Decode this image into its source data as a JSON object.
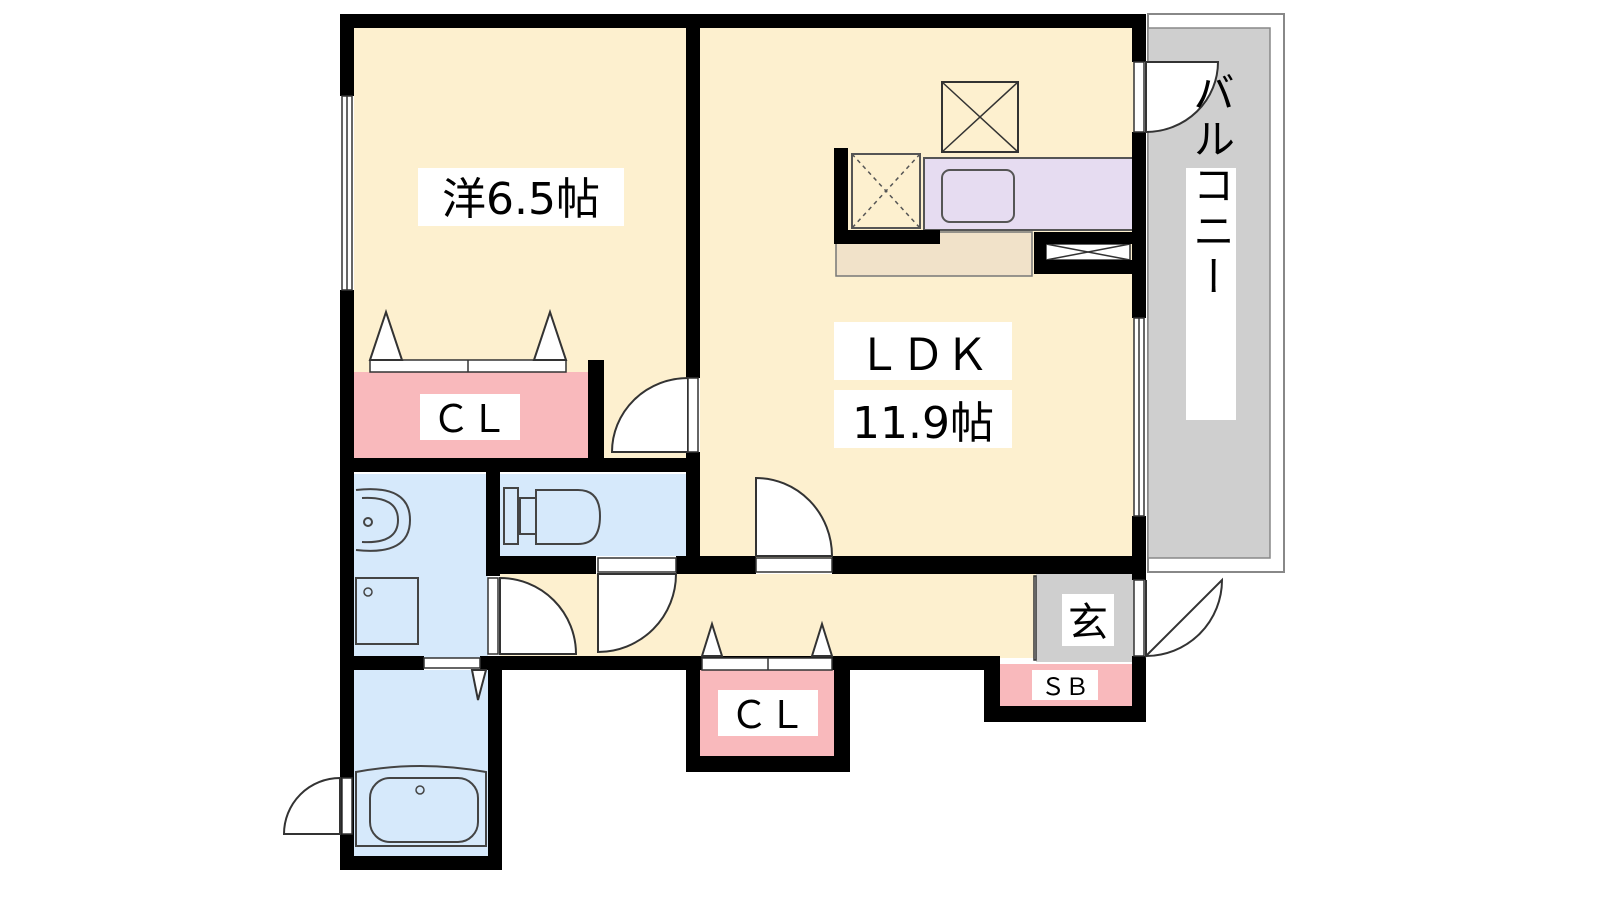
{
  "rooms": {
    "western": {
      "label": "洋6.5帖"
    },
    "ldk": {
      "label_line1": "ＬＤＫ",
      "label_line2": "11.9帖"
    },
    "closet_bedroom": {
      "label": "ＣＬ"
    },
    "closet_hall": {
      "label": "ＣＬ"
    },
    "balcony": {
      "label": "バルコニー"
    },
    "entrance": {
      "label": "玄"
    },
    "shoe_box": {
      "label": "ＳＢ"
    }
  },
  "colors": {
    "living": "#fdf0cf",
    "closet": "#f9b9bc",
    "wet": "#d6e9fb",
    "balcony": "#cfcfcf",
    "kitchen": "#e6dcf1",
    "counter": "#f1e2c9",
    "wall": "#000000"
  }
}
